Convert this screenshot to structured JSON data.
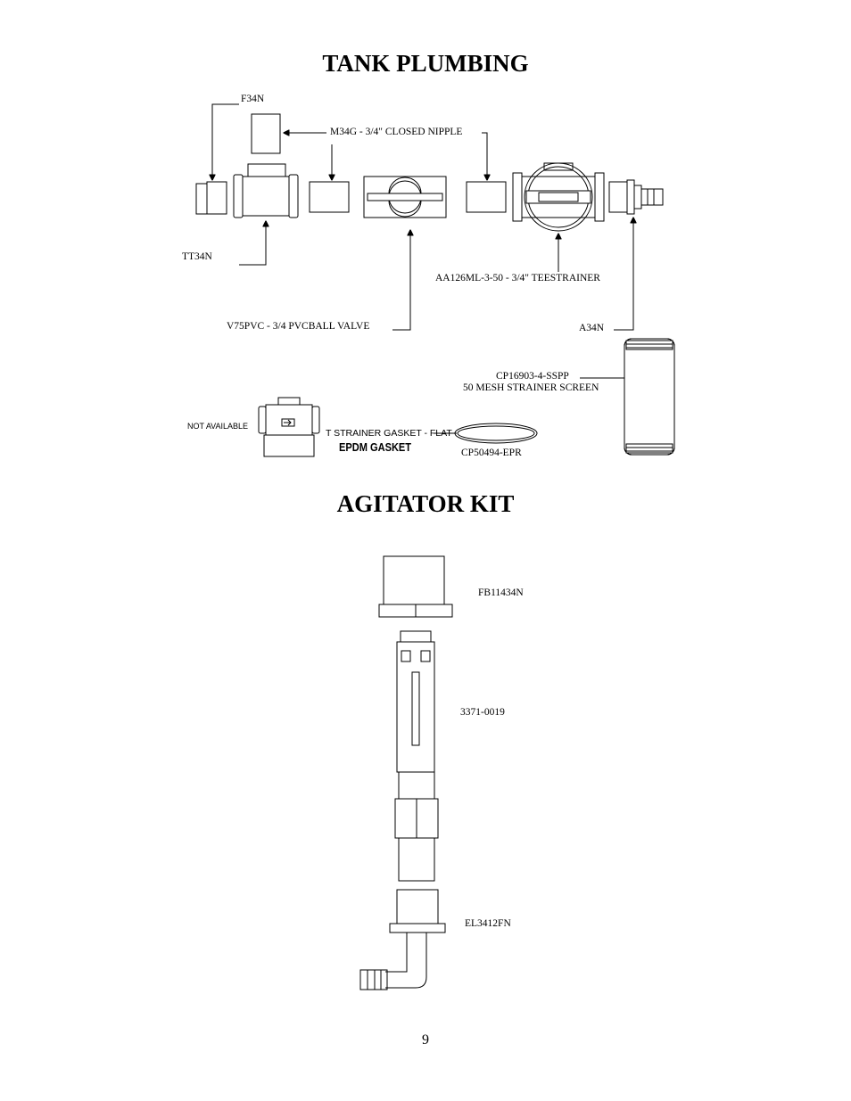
{
  "titles": {
    "tank_plumbing": "TANK PLUMBING",
    "agitator_kit": "AGITATOR KIT"
  },
  "tank_labels": {
    "f34n": "F34N",
    "m34g": "M34G - 3/4\" CLOSED NIPPLE",
    "tt34n": "TT34N",
    "aa126": "AA126ML-3-50 - 3/4\" TEESTRAINER",
    "v75pvc": "V75PVC - 3/4 PVCBALL VALVE",
    "a34n": "A34N",
    "cp16903_line1": "CP16903-4-SSPP",
    "cp16903_line2": "50 MESH STRAINER SCREEN",
    "not_available": "NOT AVAILABLE",
    "gasket_line1": "T STRAINER GASKET - FLAT",
    "gasket_line2": "EPDM GASKET",
    "cp50494": "CP50494-EPR"
  },
  "agitator_labels": {
    "fb11434n": "FB11434N",
    "p3371": "3371-0019",
    "el3412fn": "EL3412FN"
  },
  "page_number": "9"
}
